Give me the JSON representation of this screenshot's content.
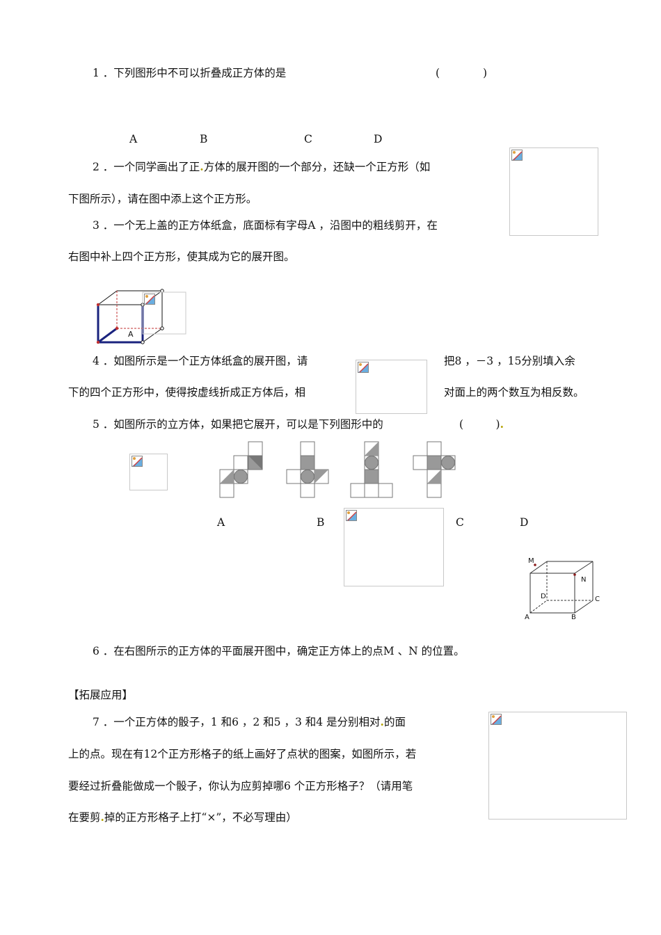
{
  "q1": {
    "text": "1 ．下列图形中不可以折叠成正方体的是",
    "paren": "(　　　　)",
    "options": [
      "A",
      "B",
      "C",
      "D"
    ]
  },
  "q2": {
    "line1": "2 ．一个同学画出了正",
    "dot": ".",
    "line1b": "方体的展开图的一个部分，还缺一个正方形（如",
    "line2": "下图所示），请在图中添上这个正方形。"
  },
  "q3": {
    "line1": "3 ．一个无上盖的正方体纸盒，底面标有字母A ，沿图中的粗线剪开，在",
    "line2": "右图中补上四个正方形，使其成为它的展开图。",
    "cube_label": "A"
  },
  "q4": {
    "line1a": "4 ．如图所示是一个正方体纸盒的展开图，请",
    "line1b": "把8 ，－3 ，15分别填入余",
    "line2a": "下的四个正方形中，使得按虚线折成正方体后，相",
    "line2b": "对面上的两个数互为相反数。"
  },
  "q5": {
    "text": "5 ．如图所示的立方体，如果把它展开，可以是下列图形中的",
    "paren": "(　　　)",
    "dot": ".",
    "options": [
      "A",
      "B",
      "C",
      "D"
    ]
  },
  "cube6": {
    "labels": [
      "M",
      "N",
      "D",
      "C",
      "A",
      "B"
    ]
  },
  "q6": {
    "text": "6 ．在右图所示的正方体的平面展开图中，确定正方体上的点M 、N 的位置。"
  },
  "section": {
    "title": "【拓展应用】"
  },
  "q7": {
    "line1a": "7 ．一个正方体的骰子，1 和6 ，2 和5 ，3 和4 是分别相对",
    "dot1": ".",
    "line1b": "的面",
    "line2": "上的点。现在有12个正方形格子的纸上画好了点状的图案，如图所示，若",
    "line3": "要经过折叠能做成一个骰子，你认为应剪掉哪6 个正方形格子？（请用笔",
    "line4a": "在要剪",
    "dot2": ".",
    "line4b": "掉的正方形格子上打“×”，不必写理由）"
  }
}
